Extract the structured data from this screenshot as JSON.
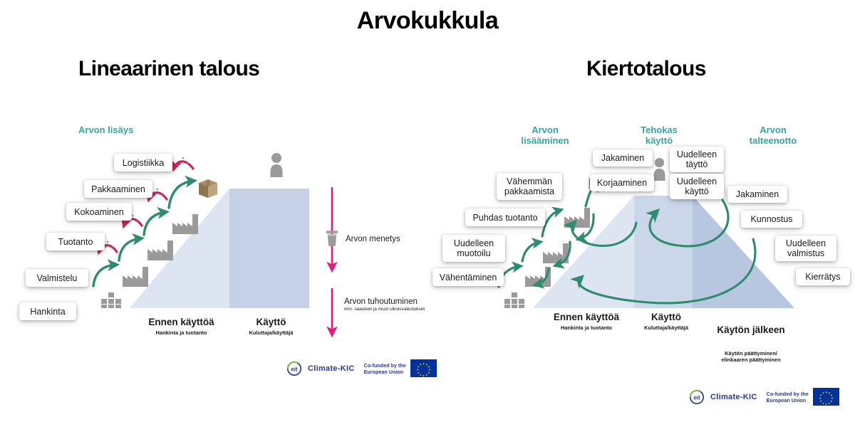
{
  "main_title": "Arvokukkula",
  "panels": [
    {
      "id": "linear",
      "title": "Lineaarinen talous",
      "sections": [
        {
          "name": "arvon-lisays",
          "label": "Arvon lisäys"
        }
      ],
      "chips": [
        {
          "name": "chip-logistiikka",
          "label": "Logistiikka"
        },
        {
          "name": "chip-pakkaaminen",
          "label": "Pakkaaminen"
        },
        {
          "name": "chip-kokoaminen",
          "label": "Kokoaminen"
        },
        {
          "name": "chip-tuotanto",
          "label": "Tuotanto"
        },
        {
          "name": "chip-valmistelu",
          "label": "Valmistelu"
        },
        {
          "name": "chip-hankinta",
          "label": "Hankinta"
        }
      ],
      "axis": [
        {
          "name": "axis-ennen-kayttoa",
          "title": "Ennen käyttöä",
          "sub": "Hankinta ja tuotanto"
        },
        {
          "name": "axis-kaytto",
          "title": "Käyttö",
          "sub": "Kuluttaja/käyttäjä"
        }
      ],
      "notes": [
        {
          "name": "note-arvon-menetys",
          "title": "Arvon menetys",
          "sub": ""
        },
        {
          "name": "note-arvon-tuhoutuminen",
          "title": "Arvon tuhoutuminen",
          "sub": "mm. saasteet ja muut ulkoisvaikutukset"
        }
      ]
    },
    {
      "id": "circular",
      "title": "Kiertotalous",
      "sections": [
        {
          "name": "arvon-lisaaminen",
          "label": "Arvon\nlisääminen"
        },
        {
          "name": "tehokas-kaytto",
          "label": "Tehokas\nkäyttö"
        },
        {
          "name": "arvon-talteenotto",
          "label": "Arvon\ntalteenotto"
        }
      ],
      "chips": [
        {
          "name": "chip-vahemman-pakkaamista",
          "label": "Vähemmän\npakkaamista"
        },
        {
          "name": "chip-puhdas-tuotanto",
          "label": "Puhdas tuotanto"
        },
        {
          "name": "chip-uudelleen-muotoilu",
          "label": "Uudelleen\nmuotoilu"
        },
        {
          "name": "chip-vahentaminen",
          "label": "Vähentäminen"
        },
        {
          "name": "chip-jakaminen-1",
          "label": "Jakaminen"
        },
        {
          "name": "chip-korjaaminen",
          "label": "Korjaaminen"
        },
        {
          "name": "chip-uudelleen-taytto",
          "label": "Uudelleen\ntäyttö"
        },
        {
          "name": "chip-uudelleen-kaytto",
          "label": "Uudelleen\nkäyttö"
        },
        {
          "name": "chip-jakaminen-2",
          "label": "Jakaminen"
        },
        {
          "name": "chip-kunnostus",
          "label": "Kunnostus"
        },
        {
          "name": "chip-uudelleen-valmistus",
          "label": "Uudelleen\nvalmistus"
        },
        {
          "name": "chip-kierratys",
          "label": "Kierrätys"
        }
      ],
      "axis": [
        {
          "name": "axis-ennen-kayttoa",
          "title": "Ennen käyttöä",
          "sub": "Hankinta ja tuotanto"
        },
        {
          "name": "axis-kaytto",
          "title": "Käyttö",
          "sub": "Kuluttaja/käyttäjä"
        },
        {
          "name": "axis-kayton-jalkeen",
          "title": "Käytön jälkeen",
          "sub": "Käytön päättyminen/\nelinkaaren päättyminen"
        }
      ]
    }
  ],
  "logos": [
    {
      "name": "logo-block-center",
      "climate_kic": "Climate-KIC",
      "climate_kic_mark": "eit",
      "eu_text": "Co-funded by the\nEuropean Union"
    },
    {
      "name": "logo-block-right",
      "climate_kic": "Climate-KIC",
      "climate_kic_mark": "eit",
      "eu_text": "Co-funded by the\nEuropean Union"
    }
  ],
  "colors": {
    "teal": "#35A69E",
    "green_arrow": "#2E8B6F",
    "red_arrow": "#C9275B",
    "pink_arrow": "#E6197E",
    "gray_icon": "#9A9A9A",
    "blue_light": "#DCE5F1",
    "blue_mid": "#C7D4E8",
    "blue_dark": "#B7C7DF",
    "brand_blue": "#2b3990",
    "eu_blue": "#003399",
    "eu_yellow": "#FFCC00"
  }
}
